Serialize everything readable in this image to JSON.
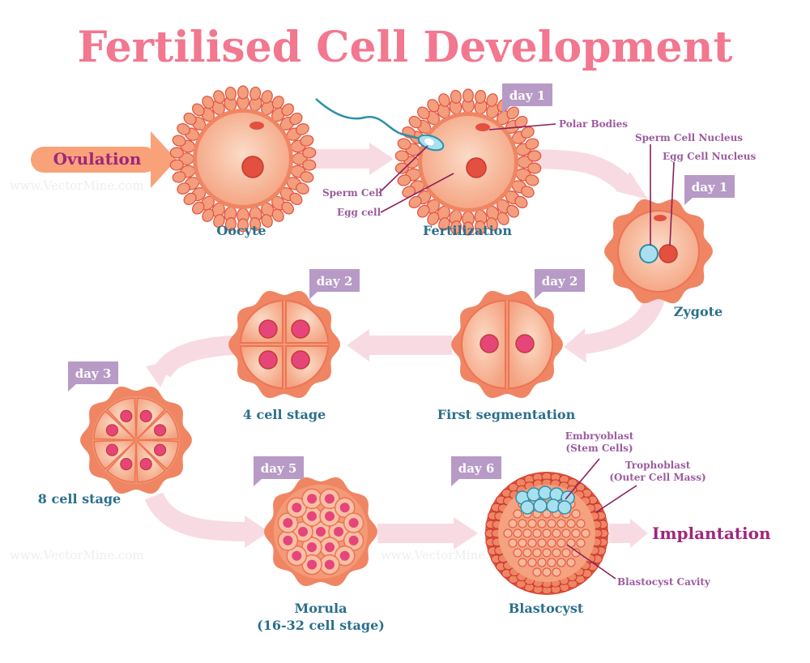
{
  "title": "Fertilised Cell Development",
  "watermark": "www.VectorMine.com",
  "flow": {
    "start": "Ovulation",
    "end": "Implantation"
  },
  "stages": {
    "oocyte": "Oocyte",
    "fertilization": "Fertilization",
    "zygote": "Zygote",
    "first_segmentation": "First segmentation",
    "four_cell": "4 cell stage",
    "eight_cell": "8 cell stage",
    "morula_line1": "Morula",
    "morula_line2": "(16-32 cell stage)",
    "blastocyst": "Blastocyst"
  },
  "days": {
    "fertilization": "day 1",
    "zygote": "day 1",
    "first_segmentation": "day 2",
    "four_cell": "day 2",
    "eight_cell": "day 3",
    "morula": "day 5",
    "blastocyst": "day 6"
  },
  "labels": {
    "polar_bodies": "Polar Bodies",
    "sperm_cell": "Sperm Cell",
    "egg_cell": "Egg cell",
    "sperm_nucleus": "Sperm Cell Nucleus",
    "egg_nucleus": "Egg Cell Nucleus",
    "embryoblast_line1": "Embryoblast",
    "embryoblast_line2": "(Stem Cells)",
    "trophoblast_line1": "Trophoblast",
    "trophoblast_line2": "(Outer Cell Mass)",
    "blastocyst_cavity": "Blastocyst Cavity"
  },
  "colors": {
    "title": "#f2778f",
    "stage_label": "#2b6f8c",
    "part_label": "#9c5b9e",
    "flow_label": "#a0267c",
    "day_tag": "#b79ac6",
    "arrow_light": "#f8dbe2",
    "arrow_start": "#f9a27a",
    "cell_outer": "#f08563",
    "cell_inner": "#f4a986",
    "cell_core": "#e3503f",
    "nucleus_blue": "#a8e0ef"
  }
}
